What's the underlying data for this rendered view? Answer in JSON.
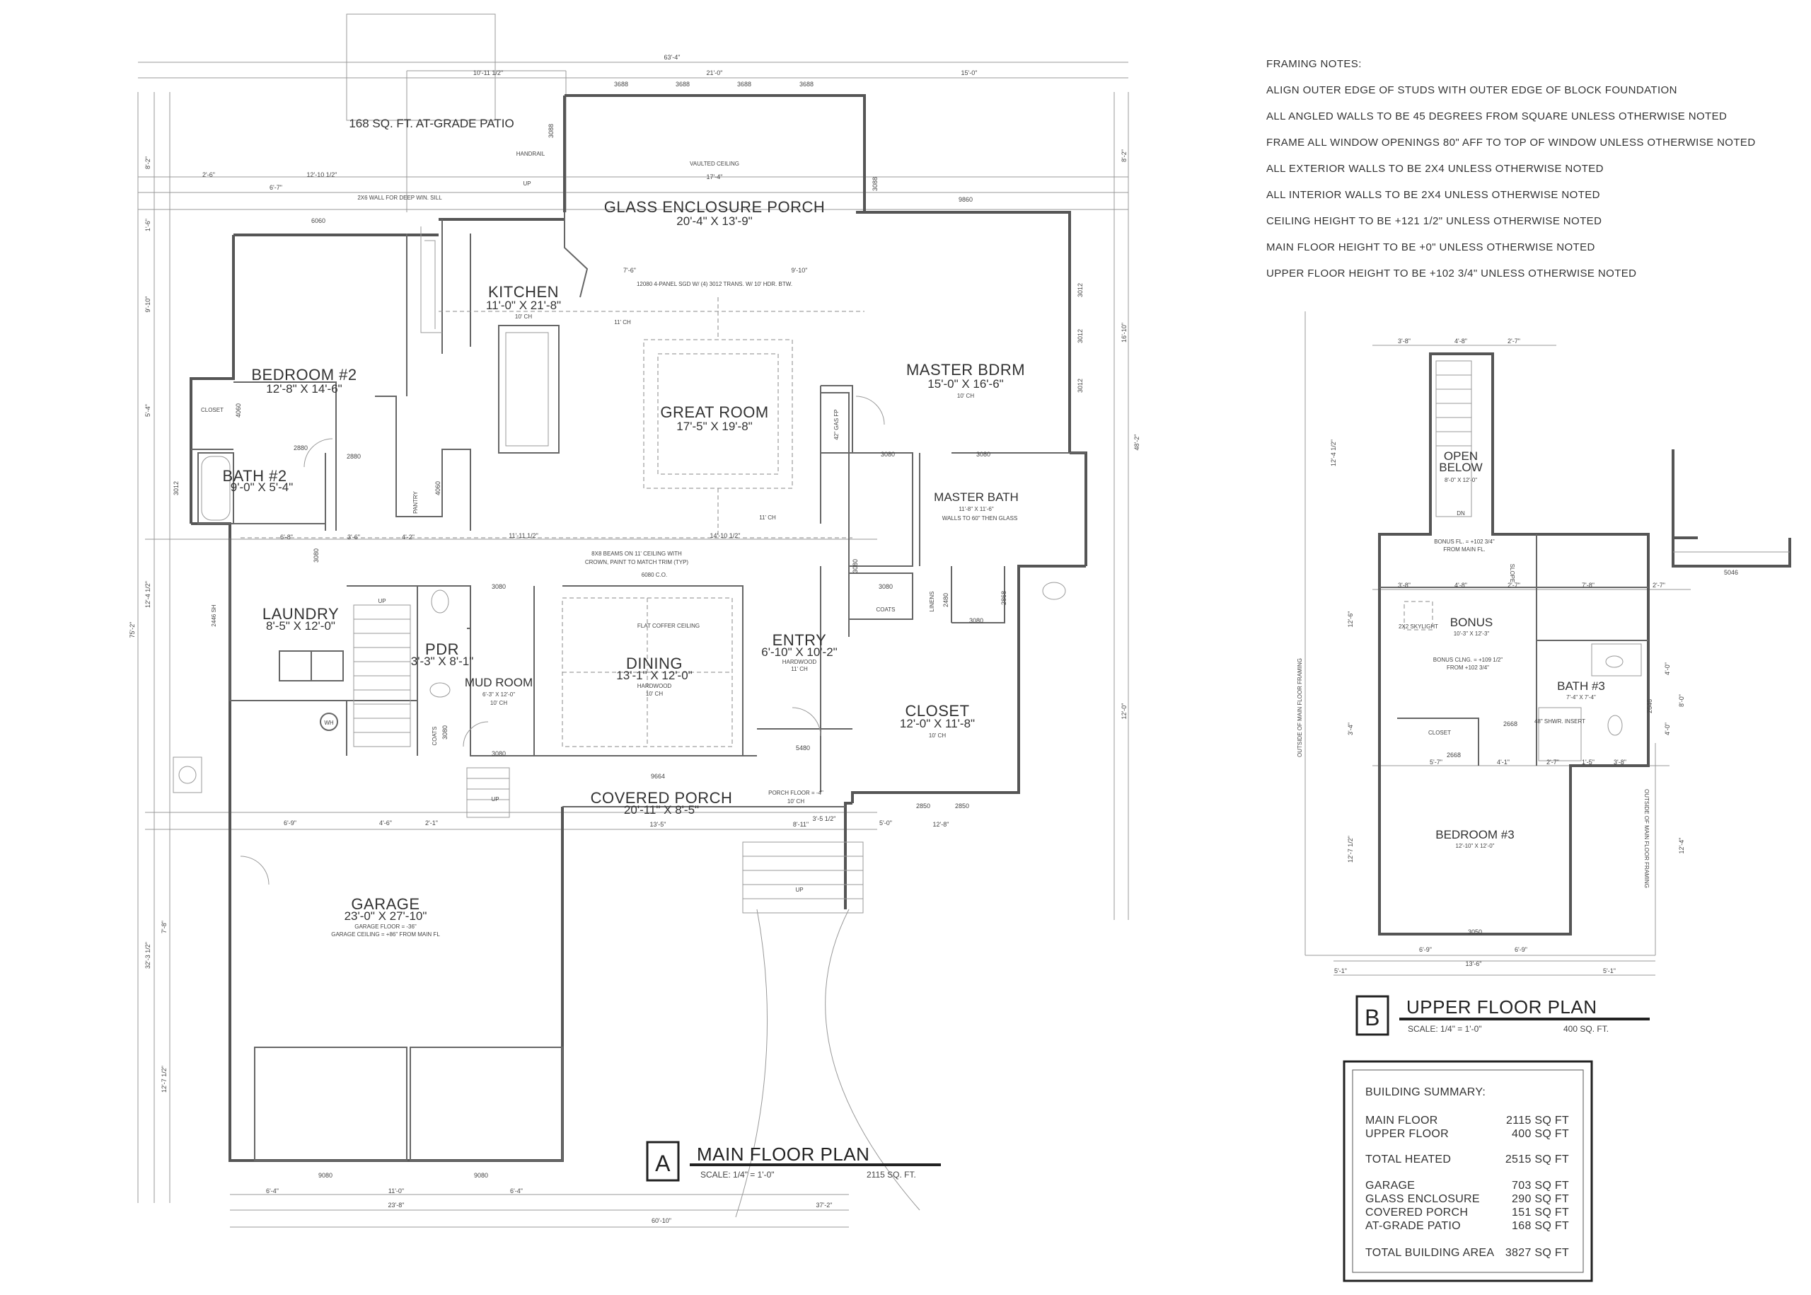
{
  "framing_notes": {
    "title": "FRAMING NOTES:",
    "lines": [
      "ALIGN OUTER EDGE OF STUDS WITH OUTER EDGE OF BLOCK FOUNDATION",
      "ALL ANGLED WALLS TO BE 45 DEGREES FROM SQUARE UNLESS OTHERWISE NOTED",
      "FRAME ALL WINDOW OPENINGS 80\" AFF TO TOP OF WINDOW UNLESS OTHERWISE NOTED",
      "ALL EXTERIOR WALLS TO BE 2X4 UNLESS OTHERWISE NOTED",
      "ALL INTERIOR WALLS TO BE 2X4 UNLESS OTHERWISE NOTED",
      "CEILING HEIGHT TO BE +121 1/2\" UNLESS OTHERWISE NOTED",
      "MAIN FLOOR HEIGHT TO BE +0\" UNLESS OTHERWISE NOTED",
      "UPPER FLOOR HEIGHT TO BE +102 3/4\" UNLESS OTHERWISE NOTED"
    ]
  },
  "main_plan": {
    "letter": "A",
    "title": "MAIN FLOOR PLAN",
    "scale": "SCALE:  1/4\" = 1'-0\"",
    "area": "2115 SQ. FT.",
    "rooms": {
      "patio": "168 SQ. FT. AT-GRADE PATIO",
      "porch_name": "GLASS ENCLOSURE PORCH",
      "porch_size": "20'-4\" X 13'-9\"",
      "vaulted": "VAULTED CEILING",
      "kitchen_name": "KITCHEN",
      "kitchen_size": "11'-0\" X 21'-8\"",
      "kitchen_ch": "10' CH",
      "bedroom2_name": "BEDROOM #2",
      "bedroom2_size": "12'-8\" X 14'-6\"",
      "closet_small": "CLOSET",
      "bath2_name": "BATH #2",
      "bath2_size": "9'-0\" X 5'-4\"",
      "great_name": "GREAT ROOM",
      "great_size": "17'-5\" X 19'-8\"",
      "great_ch": "11' CH",
      "master_name": "MASTER BDRM",
      "master_size": "15'-0\" X 16'-6\"",
      "master_ch": "10' CH",
      "masterbath_name": "MASTER BATH",
      "masterbath_size": "11'-8\" X 11'-6\"",
      "pantry": "PANTRY",
      "laundry_name": "LAUNDRY",
      "laundry_size": "8'-5\" X 12'-0\"",
      "pdr_name": "PDR",
      "pdr_size": "3'-3\" X 8'-1\"",
      "mudroom_name": "MUD ROOM",
      "mudroom_size": "6'-3\" X 12'-0\"",
      "mudroom_ch": "10' CH",
      "dining_name": "DINING",
      "dining_size": "13'-1\" X 12'-0\"",
      "dining_floor": "HARDWOOD",
      "dining_ch": "10' CH",
      "coffer": "FLAT COFFER CEILING",
      "entry_name": "ENTRY",
      "entry_size": "6'-10\" X 10'-2\"",
      "entry_floor": "HARDWOOD",
      "entry_ch": "11' CH",
      "closet_name": "CLOSET",
      "closet_size": "12'-0\" X 11'-8\"",
      "closet_ch": "10' CH",
      "coats": "COATS",
      "linens": "LINENS",
      "covered_name": "COVERED PORCH",
      "covered_size": "20'-11\" X 8'-5\"",
      "porch_floor": "PORCH FLOOR = -4\"",
      "porch_ch": "10' CH",
      "garage_name": "GARAGE",
      "garage_size": "23'-0\" X 27'-10\"",
      "garage_floor": "GARAGE FLOOR = -36\"",
      "garage_ceiling": "GARAGE CEILING = +86\" FROM MAIN FL",
      "beams": "8X8 BEAMS ON 11' CEILING WITH",
      "beams2": "CROWN, PAINT TO MATCH TRIM (TYP)",
      "sgd": "12080 4-PANEL SGD W/ (4) 3012 TRANS. W/ 10' HDR. BTW.",
      "gas_fp": "42\" GAS FP",
      "wh": "WH",
      "up": "UP",
      "handrail": "HANDRAIL",
      "wall_2x6": "2X6 WALL FOR DEEP WIN. SILL",
      "walls_glass": "WALLS TO 60\" THEN GLASS",
      "sh_2446": "2446 SH",
      "co_6080": "6080 C.O."
    },
    "dims": {
      "overall_top": "63'-4\"",
      "overall_bottom": "60'-10\"",
      "top_a": "10'-11 1/2\"",
      "top_b": "21'-0\"",
      "top_c": "15'-0\"",
      "porch_w": "17'-4\"",
      "w_3688": "3688",
      "w_3088": "3088",
      "w_3080": "3080",
      "w_9080": "9080",
      "w_9860": "9860",
      "w_2880": "2880",
      "w_6060": "6060",
      "w_2850": "2850",
      "w_5480": "5480",
      "w_9664": "9664",
      "w_3012": "3012",
      "w_4060": "4060",
      "w_2480": "2480",
      "w_2868": "2868",
      "d_23_8": "23'-8\"",
      "d_37_2": "37'-2\"",
      "d_6_4": "6'-4\"",
      "d_11_0": "11'-0\"",
      "d_13_5": "13'-5\"",
      "d_8_11": "8'-11\"",
      "d_12_8": "12'-8\"",
      "d_9_10": "9'-10\"",
      "d_7_6": "7'-6\"",
      "d_2_6": "2'-6\"",
      "d_6_7": "6'-7\"",
      "d_12_10": "12'-10 1/2\"",
      "d_14_10": "14'-10 1/2\"",
      "d_11_11": "11'-11 1/2\"",
      "d_6_8": "6'-8\"",
      "d_4_2": "4'-2\"",
      "d_3_6": "3'-6\"",
      "d_8_2": "8'-2\"",
      "d_1_6": "1'-6\"",
      "d_6_9": "6'-9\"",
      "d_4_6": "4'-6\"",
      "d_2_1": "2'-1\"",
      "d_5_0": "5'-0\"",
      "d_3_5": "3'-5 1/2\"",
      "left_a": "9'-10\"",
      "left_b": "5'-4\"",
      "left_c": "75'-2\"",
      "left_d": "32'-3 1/2\"",
      "left_e": "12'-4 1/2\"",
      "left_f": "12'-7 1/2\"",
      "left_g": "7'-8\"",
      "right_a": "48'-2\"",
      "right_b": "16'-10\"",
      "right_c": "12'-0\"",
      "right_d": "8'-2\""
    }
  },
  "upper_plan": {
    "letter": "B",
    "title": "UPPER FLOOR PLAN",
    "scale": "SCALE:  1/4\" = 1'-0\"",
    "area": "400 SQ. FT.",
    "rooms": {
      "open_name": "OPEN",
      "open_name2": "BELOW",
      "open_size": "8'-0\" X 12'-0\"",
      "dn": "DN",
      "bonus_fl": "BONUS FL. = +102 3/4\"",
      "bonus_fl2": "FROM MAIN FL.",
      "bonus_name": "BONUS",
      "bonus_size": "10'-3\" X 12'-3\"",
      "bonus_clng": "BONUS CLNG. = +109 1/2\"",
      "bonus_clng2": "FROM +102 3/4\"",
      "skylight": "2X2 SKYLIGHT",
      "slope": "SLOPE",
      "closet_name": "CLOSET",
      "bath3_name": "BATH #3",
      "bath3_size": "7'-4\" X 7'-4\"",
      "shwr": "48\" SHWR. INSERT",
      "bedroom3_name": "BEDROOM #3",
      "bedroom3_size": "12'-10\" X 12'-0\"",
      "outside_left": "OUTSIDE OF MAIN FLOOR FRAMING",
      "outside_right": "OUTSIDE OF MAIN FLOOR FRAMING"
    },
    "dims": {
      "top_a": "3'-8\"",
      "top_b": "4'-8\"",
      "top_c": "2'-7\"",
      "mid_a": "3'-8\"",
      "mid_b": "4'-8\"",
      "mid_c": "2'-7\"",
      "mid_d": "7'-8\"",
      "mid_e": "2'-7\"",
      "low_a": "5'-7\"",
      "low_b": "4'-1\"",
      "low_c": "2'-7\"",
      "low_d": "1'-5\"",
      "low_e": "3'-8\"",
      "bot_a": "6'-9\"",
      "bot_b": "6'-9\"",
      "bot_c": "13'-6\"",
      "bot_d": "5'-1\"",
      "bot_e": "5'-1\"",
      "w_3050": "3050",
      "w_2668": "2668",
      "w_2646": "2646",
      "w_5046": "5046",
      "side_a": "12'-4 1/2\"",
      "side_b": "12'-6\"",
      "side_c": "12'-7 1/2\"",
      "side_d": "3'-4\"",
      "side_e": "12'-4\"",
      "side_f": "4'-0\"",
      "side_g": "8'-0\"",
      "side_h": "4'-0\""
    }
  },
  "summary": {
    "title": "BUILDING SUMMARY:",
    "rows": [
      {
        "label": "MAIN FLOOR",
        "value": "2115 SQ FT"
      },
      {
        "label": "UPPER FLOOR",
        "value": "400 SQ FT"
      },
      {
        "label": "TOTAL HEATED",
        "value": "2515 SQ FT"
      },
      {
        "label": "GARAGE",
        "value": "703 SQ FT"
      },
      {
        "label": "GLASS ENCLOSURE",
        "value": "290 SQ FT"
      },
      {
        "label": "COVERED PORCH",
        "value": "151 SQ FT"
      },
      {
        "label": "AT-GRADE PATIO",
        "value": "168 SQ FT"
      },
      {
        "label": "TOTAL BUILDING AREA",
        "value": "3827 SQ FT"
      }
    ]
  }
}
